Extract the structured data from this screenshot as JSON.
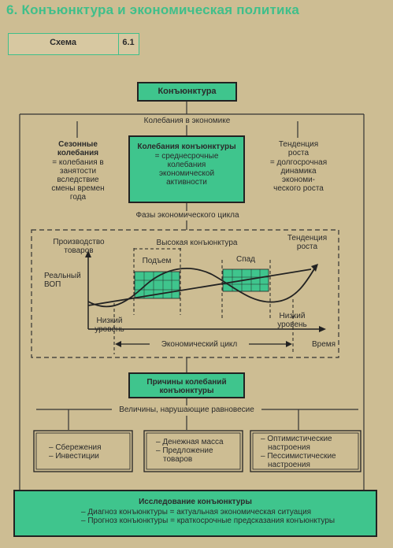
{
  "header": {
    "title": "6. Конъюнктура и экономическая политика",
    "scheme_label": "Схема",
    "scheme_number": "6.1"
  },
  "diagram": {
    "conjuncture": "Конъюнктура",
    "fluctuations_in_economy": "Колебания в экономике",
    "seasonal": {
      "title": "Сезонные колебания",
      "description": "= колебания в занятости вследствие смены времен года"
    },
    "conjunctural": {
      "title": "Колебания конъюнктуры",
      "description": "= среднесрочные колебания экономической активности"
    },
    "growth_trend": {
      "title": "Тенденция роста",
      "description": "= долгосрочная динамика экономи- ческого роста"
    },
    "cycle_phases": "Фазы экономического цикла",
    "chart": {
      "y_label": "Производство товаров",
      "real_gdp": "Реальный ВОП",
      "high_conjuncture": "Высокая конъюнктура",
      "upswing": "Подъем",
      "downturn": "Спад",
      "growth_trend": "Тенденция роста",
      "low_level_left": "Низкий уровень",
      "low_level_right": "Низкий уровень",
      "economic_cycle": "Экономический цикл",
      "time": "Время"
    },
    "causes": "Причины колебаний конъюнктуры",
    "imbalance_values": "Величины, нарушающие равновесие",
    "factor_groups": [
      [
        "– Сбережения",
        "– Инвестиции"
      ],
      [
        "– Денежная масса",
        "– Предложение товаров"
      ],
      [
        "– Оптимистические настроения",
        "– Пессимистические настроения"
      ]
    ],
    "research": {
      "title": "Исследование конъюнктуры",
      "lines": [
        "– Диагноз конъюнктуры = актуальная экономическая ситуация",
        "– Прогноз конъюнктуры = краткосрочные предсказания конъюнктуры"
      ]
    }
  }
}
